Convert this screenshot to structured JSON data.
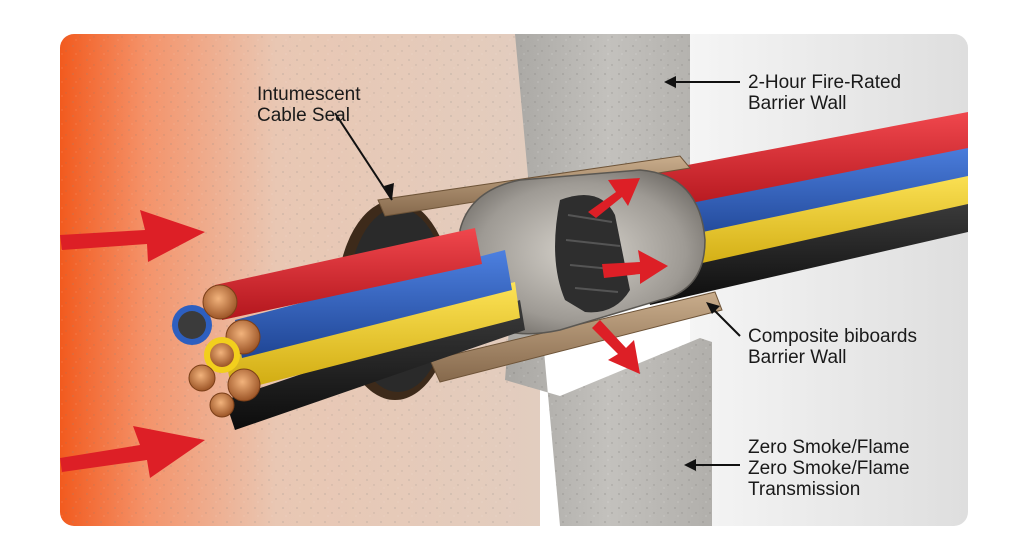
{
  "labels": {
    "seal": {
      "line1": "Intumescent",
      "line2": "Cable Seal"
    },
    "wall": {
      "line1": "2-Hour Fire-Rated",
      "line2": "Barrier Wall"
    },
    "boards": {
      "line1": "Composite biboards",
      "line2": "Barrier Wall"
    },
    "smoke": {
      "line1": "Zero Smoke/Flame",
      "line2": "Zero Smoke/Flame",
      "line3": "Transmission"
    }
  },
  "colors": {
    "heat_hot": "#f46a2a",
    "heat_mid": "#f2b592",
    "concrete": "#b9b7b3",
    "concrete_light": "#e8d6c8",
    "cable_red": "#d9232b",
    "cable_blue": "#2d5fc0",
    "cable_yellow": "#f2cf1d",
    "cable_black": "#1b1b1b",
    "copper": "#c8773e",
    "arrow_red": "#dd1f26",
    "board": "#a8896a",
    "char": "#3a3a3a"
  }
}
